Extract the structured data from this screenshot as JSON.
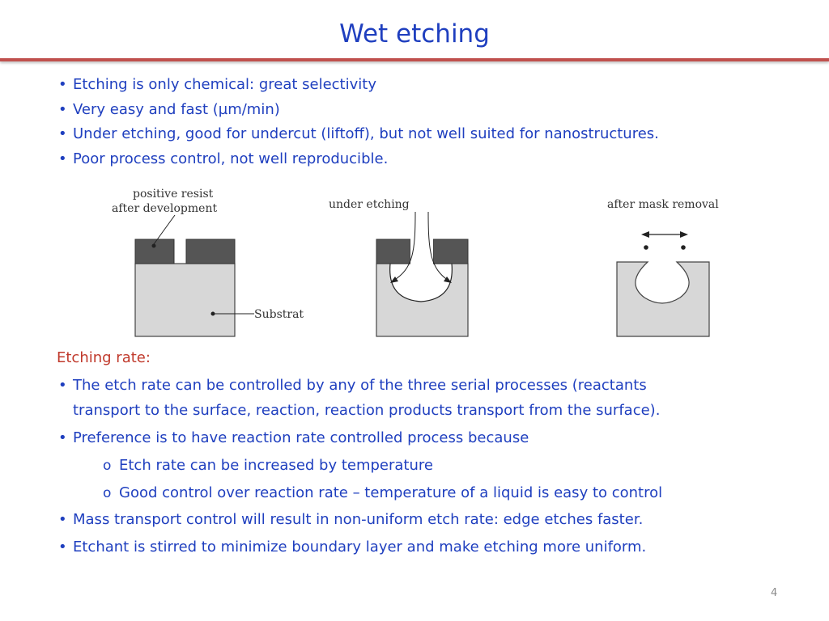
{
  "slide": {
    "title": "Wet etching",
    "page_number": "4"
  },
  "bullets_top": [
    "Etching is only chemical: great selectivity",
    "Very easy and fast (µm/min)",
    "Under etching, good for undercut (liftoff), but not well suited for nanostructures.",
    "Poor process control, not well reproducible."
  ],
  "diagram": {
    "panel1_label_line1": "positive  resist",
    "panel1_label_line2": "after development",
    "substrate_label": "Substrat",
    "panel2_label": "under etching",
    "panel3_label": "after mask removal"
  },
  "etching_rate": {
    "heading": "Etching rate:",
    "b1_line1": "The etch rate can be controlled by any of the three serial processes (reactants",
    "b1_line2": "transport to the surface, reaction, reaction products transport from the surface).",
    "b2": "Preference is to have reaction rate controlled process because",
    "sub1": "Etch rate can be increased by temperature",
    "sub2": "Good control over reaction rate – temperature of a liquid is easy to control",
    "b3": "Mass transport control will result in non-uniform etch rate: edge etches faster.",
    "b4": "Etchant is stirred to minimize boundary layer and make etching more uniform."
  },
  "colors": {
    "text_blue": "#1f3fbf",
    "accent_red": "#c0504d",
    "heading_red": "#c0392b"
  }
}
